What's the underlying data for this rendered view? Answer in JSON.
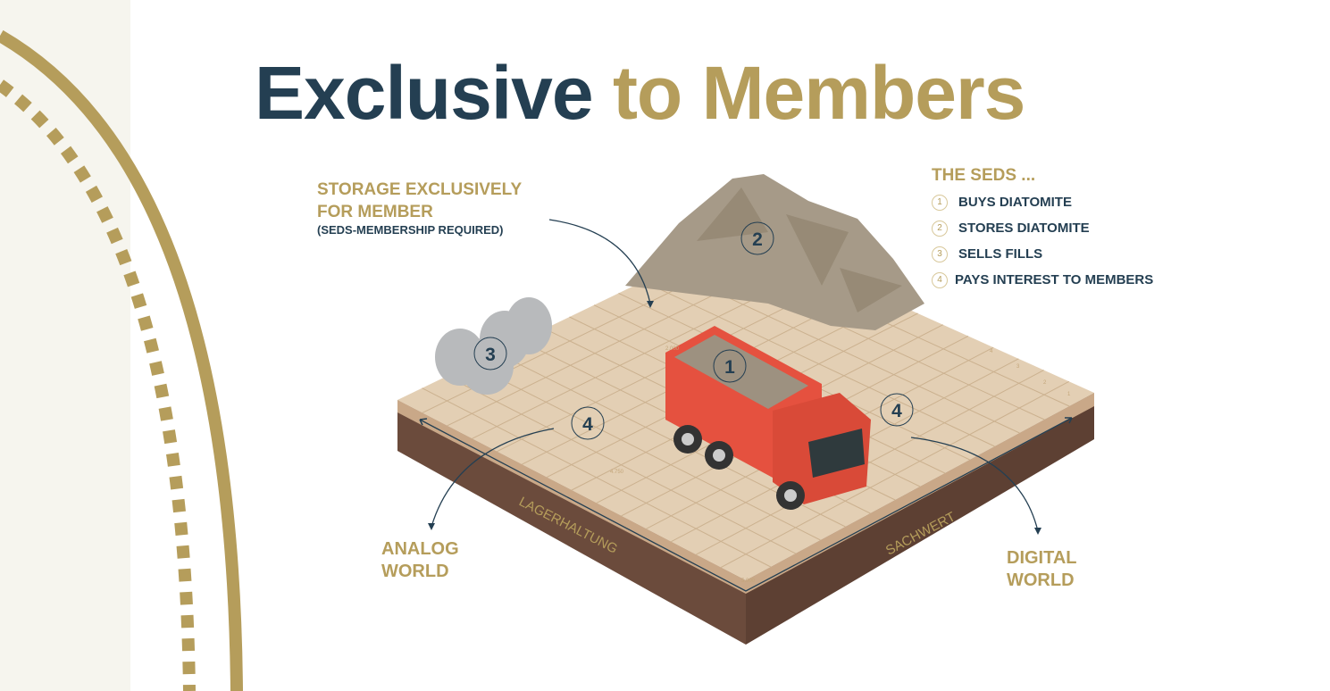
{
  "title": {
    "part1": "Exclusive",
    "part2": "to Members"
  },
  "storage": {
    "line1": "STORAGE EXCLUSIVELY",
    "line2": "FOR MEMBER",
    "note": "(SEDS-MEMBERSHIP REQUIRED)"
  },
  "legend": {
    "heading": "THE SEDS ...",
    "items": [
      {
        "num": "1",
        "label": "BUYS DIATOMITE"
      },
      {
        "num": "2",
        "label": "STORES DIATOMITE"
      },
      {
        "num": "3",
        "label": "SELLS FILLS"
      },
      {
        "num": "4",
        "label": "PAYS INTEREST TO MEMBERS"
      }
    ]
  },
  "analog": {
    "line1": "ANALOG",
    "line2": "WORLD"
  },
  "digital": {
    "line1": "DIGITAL",
    "line2": "WORLD"
  },
  "platform": {
    "left_label": "LAGERHALTUNG",
    "right_label": "SACHWERT",
    "map_values": [
      "2.000",
      "4.750",
      "5.000",
      "4",
      "3",
      "2",
      "1"
    ]
  },
  "markers": [
    "1",
    "2",
    "3",
    "4",
    "4"
  ],
  "colors": {
    "navy": "#243f52",
    "gold": "#b59d5b",
    "truck": "#e5513f",
    "ground": "#e3cfb4",
    "soil": "#6b4b3c"
  }
}
